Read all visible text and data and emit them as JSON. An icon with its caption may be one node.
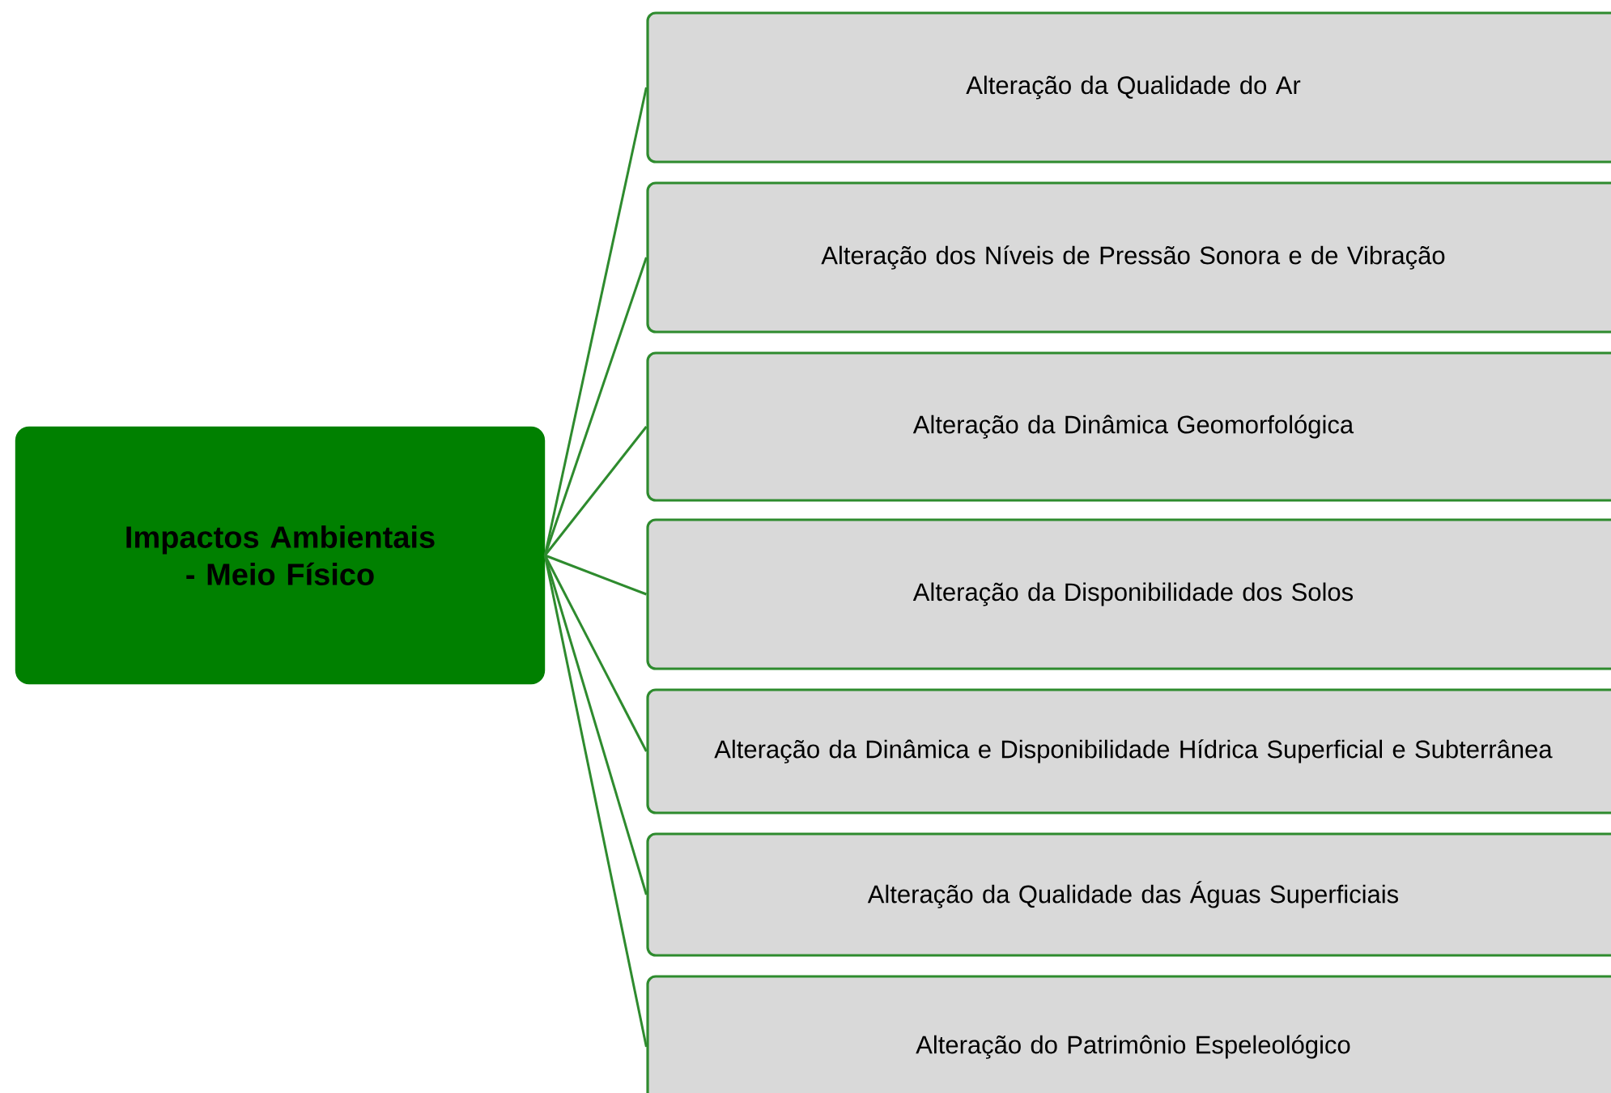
{
  "diagram": {
    "nodes": [
      {
        "text": [
          "Impactos Ambientais - Meio Físico"
        ]
      },
      {
        "text": [
          "Alteração da Qualidade do Ar"
        ]
      },
      {
        "text": [
          "Alteração dos Níveis de Pressão Sonora e de Vibração"
        ]
      },
      {
        "text": [
          "Alteração da Dinâmica Geomorfológica"
        ]
      },
      {
        "text": [
          "Alteração da Disponibilidade dos Solos"
        ]
      },
      {
        "text": [
          "Alteração da Dinâmica e Disponibilidade Hídrica Superficial e Subterrânea"
        ]
      },
      {
        "text": [
          "Alteração da Qualidade das Águas Superficiais"
        ]
      },
      {
        "text": [
          "Alteração do Patrimônio Espeleológico"
        ]
      }
    ],
    "edges": [
      {
        "from": 0,
        "to": 1,
        "arrow": "none"
      },
      {
        "from": 0,
        "to": 2,
        "arrow": "none"
      },
      {
        "from": 0,
        "to": 3,
        "arrow": "none"
      },
      {
        "from": 0,
        "to": 4,
        "arrow": "none"
      },
      {
        "from": 0,
        "to": 5,
        "arrow": "none"
      },
      {
        "from": 0,
        "to": 6,
        "arrow": "none"
      },
      {
        "from": 0,
        "to": 7,
        "arrow": "none"
      }
    ]
  }
}
